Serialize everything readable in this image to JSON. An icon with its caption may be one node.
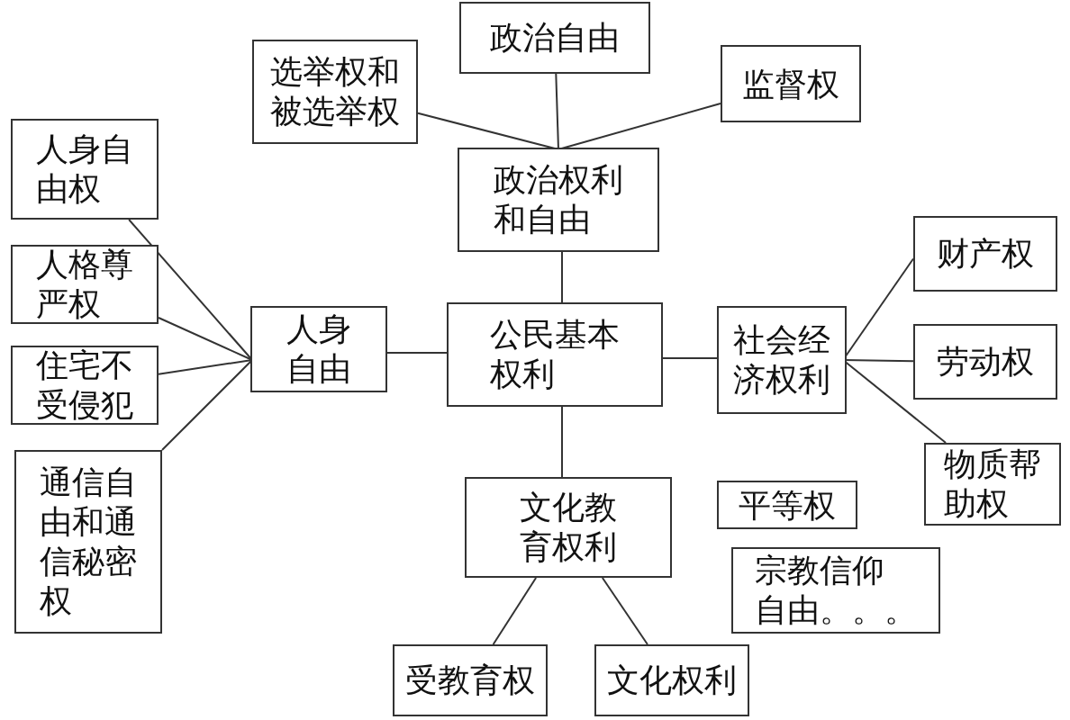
{
  "diagram": {
    "nodes": [
      {
        "text": [
          "政治自由"
        ]
      },
      {
        "text": [
          "选举权和被选举权"
        ]
      },
      {
        "text": [
          "监督权"
        ]
      },
      {
        "text": [
          "政治权利和自由"
        ]
      },
      {
        "text": [
          "人身自由权"
        ]
      },
      {
        "text": [
          "人格尊严权"
        ]
      },
      {
        "text": [
          "住宅不受侵犯"
        ]
      },
      {
        "text": [
          "人身自由"
        ]
      },
      {
        "text": [
          "公民基本权利"
        ]
      },
      {
        "text": [
          "社会经济权利"
        ]
      },
      {
        "text": [
          "财产权"
        ]
      },
      {
        "text": [
          "劳动权"
        ]
      },
      {
        "text": [
          "通信自由和通信秘密权"
        ]
      },
      {
        "text": [
          "物质帮助权"
        ]
      },
      {
        "text": [
          "文化教育权利"
        ]
      },
      {
        "text": [
          "平等权"
        ]
      },
      {
        "text": [
          "宗教信仰自由。。。"
        ]
      },
      {
        "text": [
          "受教育权"
        ]
      },
      {
        "text": [
          "文化权利"
        ]
      }
    ],
    "edges": [
      {
        "from": 3,
        "to": 1,
        "arrow": "none"
      },
      {
        "from": 3,
        "to": 0,
        "arrow": "none"
      },
      {
        "from": 3,
        "to": 2,
        "arrow": "none"
      },
      {
        "from": 8,
        "to": 3,
        "arrow": "none"
      },
      {
        "from": 7,
        "to": 4,
        "arrow": "none"
      },
      {
        "from": 7,
        "to": 5,
        "arrow": "none"
      },
      {
        "from": 7,
        "to": 6,
        "arrow": "none"
      },
      {
        "from": 7,
        "to": 12,
        "arrow": "none"
      },
      {
        "from": 8,
        "to": 7,
        "arrow": "none"
      },
      {
        "from": 8,
        "to": 9,
        "arrow": "none"
      },
      {
        "from": 9,
        "to": 10,
        "arrow": "none"
      },
      {
        "from": 9,
        "to": 11,
        "arrow": "none"
      },
      {
        "from": 9,
        "to": 13,
        "arrow": "none"
      },
      {
        "from": 8,
        "to": 14,
        "arrow": "none"
      },
      {
        "from": 14,
        "to": 17,
        "arrow": "none"
      },
      {
        "from": 14,
        "to": 18,
        "arrow": "none"
      }
    ]
  }
}
